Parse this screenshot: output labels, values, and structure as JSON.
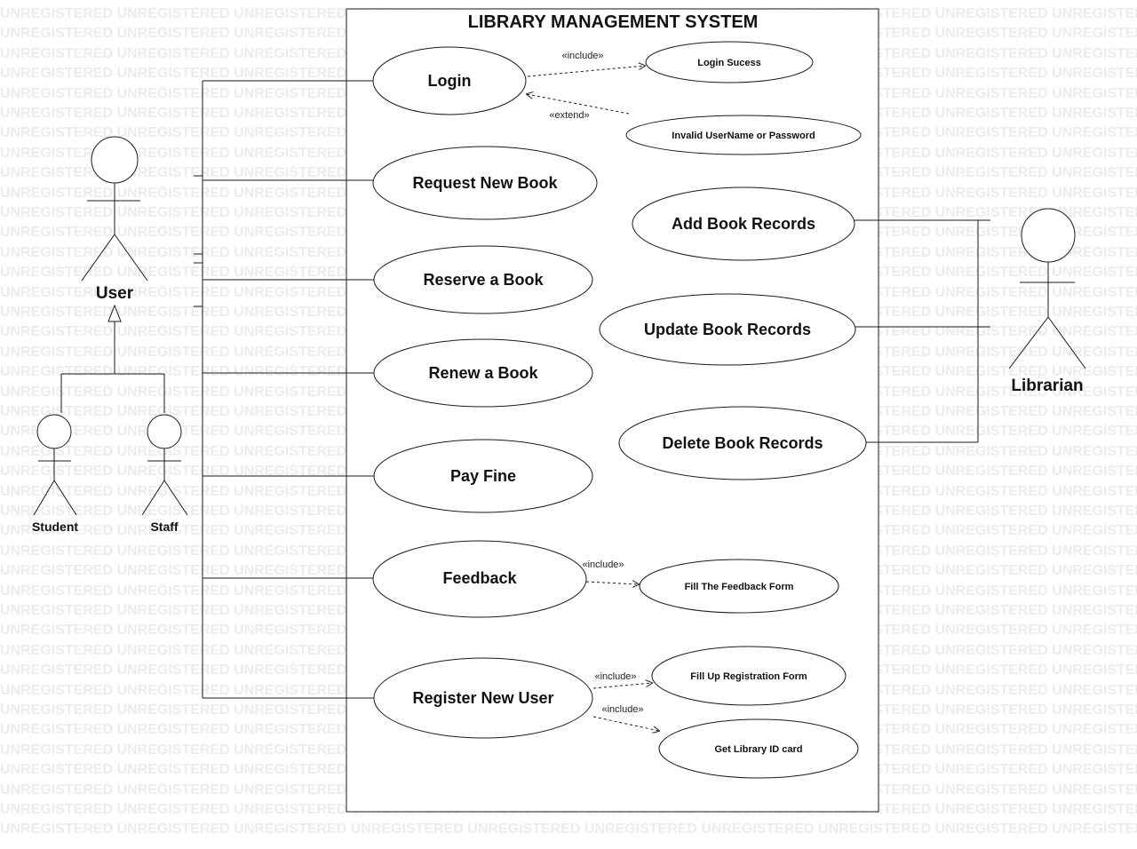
{
  "watermark": "UNREGISTERED",
  "diagram": {
    "title": "LIBRARY MANAGEMENT SYSTEM",
    "actors": {
      "user": "User",
      "student": "Student",
      "staff": "Staff",
      "librarian": "Librarian"
    },
    "use_cases": {
      "login": "Login",
      "request_new_book": "Request New Book",
      "reserve_book": "Reserve a Book",
      "renew_book": "Renew a Book",
      "pay_fine": "Pay Fine",
      "feedback": "Feedback",
      "register_new_user": "Register New User",
      "add_book_records": "Add Book Records",
      "update_book_records": "Update Book Records",
      "delete_book_records": "Delete Book Records",
      "login_success": "Login Sucess",
      "invalid_login": "Invalid UserName or Password",
      "fill_feedback_form": "Fill The Feedback Form",
      "fill_registration_form": "Fill Up Registration Form",
      "get_library_id": "Get Library ID card"
    },
    "stereotypes": {
      "include": "«include»",
      "extend": "«extend»"
    }
  },
  "colors": {
    "line": "#1a1a1a",
    "watermark": "#ececec"
  }
}
